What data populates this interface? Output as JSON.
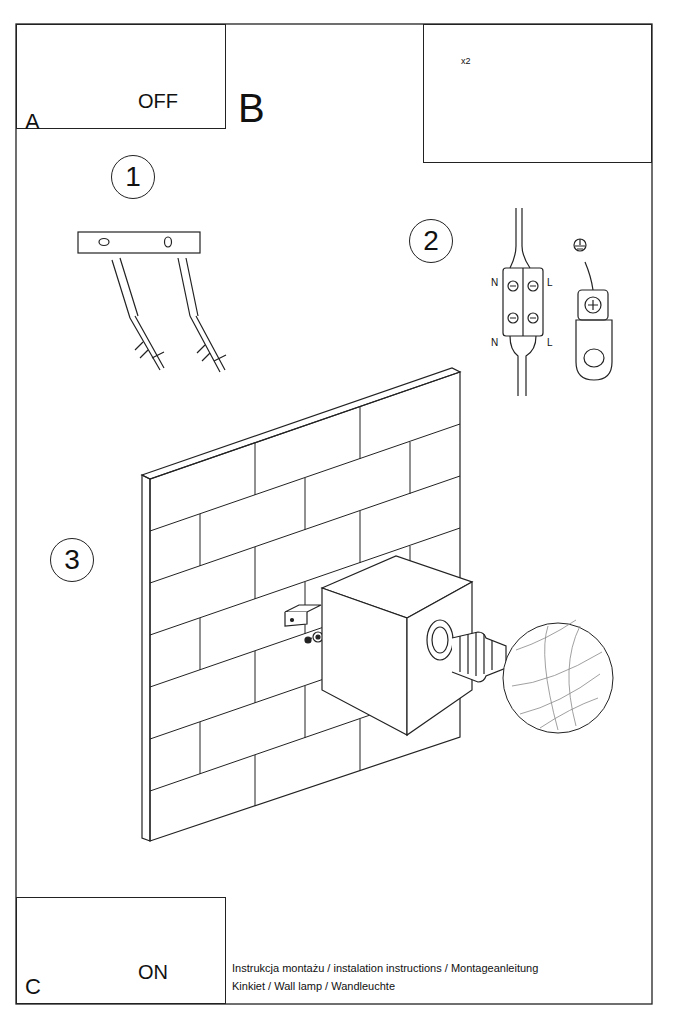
{
  "diagram": {
    "nodes": [
      {
        "text": [
          "A",
          "OFF"
        ]
      },
      {
        "text": [
          "x2"
        ]
      },
      {
        "text": [
          "1"
        ]
      },
      {
        "text": [
          "2"
        ]
      },
      {
        "text": [
          "3"
        ]
      },
      {
        "text": [
          "C",
          "ON"
        ]
      }
    ],
    "labels": [
      "B",
      "N",
      "L",
      "N",
      "L",
      "Instrukcja montażu / instalation instructions / Montageanleitung",
      "Kinkiet / Wall lamp / Wandleuchte"
    ]
  }
}
